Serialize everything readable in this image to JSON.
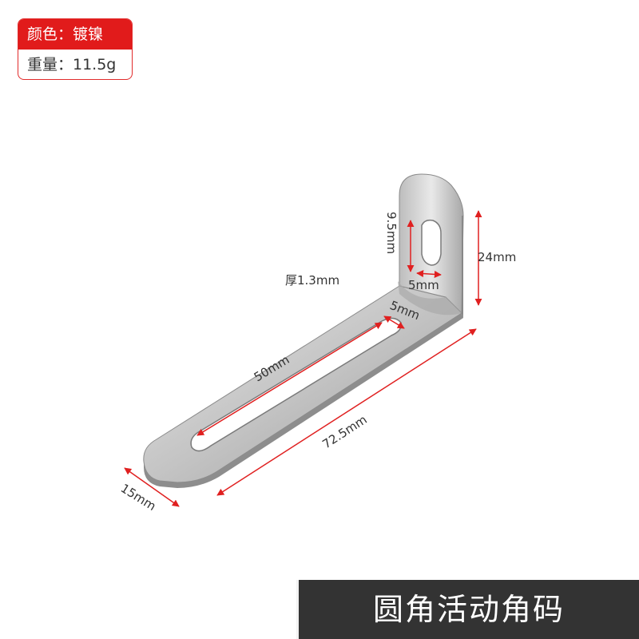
{
  "spec": {
    "color_line": "颜色：镀镍",
    "weight_line": "重量：11.5g"
  },
  "dimensions": {
    "thickness": "厚1.3mm",
    "slot_length": "50mm",
    "slot_width": "5mm",
    "hole_height": "9.5mm",
    "hole_width": "5mm",
    "height": "24mm",
    "length": "72.5mm",
    "width": "15mm"
  },
  "title": "圆角活动角码",
  "colors": {
    "accent_red": "#e11b1b",
    "dimension_line": "#e02020",
    "banner_bg": "#333333",
    "metal": "#c9c9c9"
  }
}
